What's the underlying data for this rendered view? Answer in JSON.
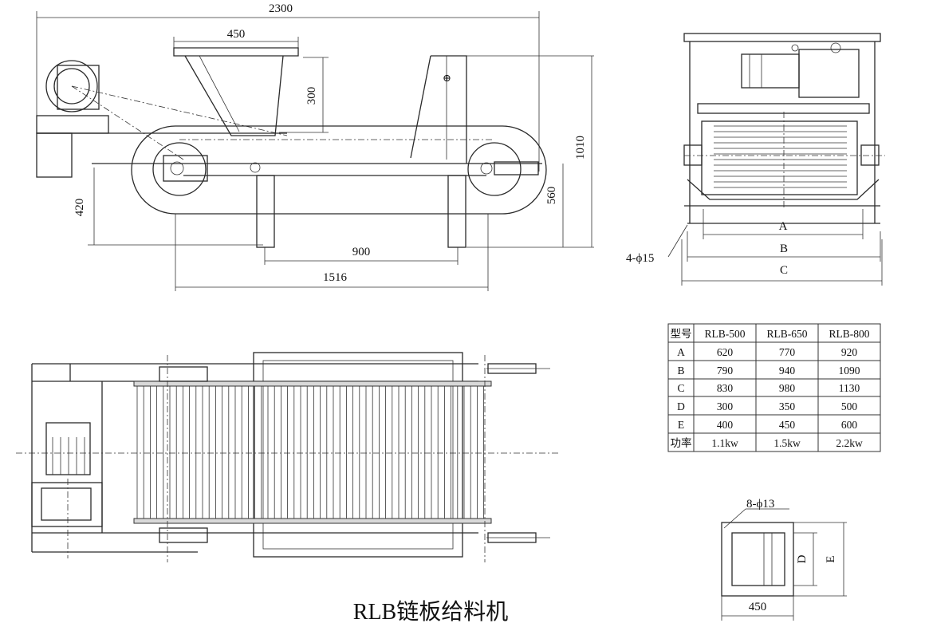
{
  "title": "RLB链板给料机",
  "side_view": {
    "dims": {
      "overall_length": "2300",
      "hopper_width": "450",
      "hopper_height": "300",
      "total_height": "1010",
      "frame_height": "560",
      "axle_height": "420",
      "leg_span": "900",
      "base_length": "1516"
    }
  },
  "end_view": {
    "labels": {
      "a": "A",
      "b": "B",
      "c": "C",
      "holes": "4-ϕ15"
    }
  },
  "flange_view": {
    "labels": {
      "holes": "8-ϕ13",
      "d": "D",
      "e": "E",
      "width": "450"
    }
  },
  "spec_table": {
    "header": [
      "型号",
      "RLB-500",
      "RLB-650",
      "RLB-800"
    ],
    "rows": [
      [
        "A",
        "620",
        "770",
        "920"
      ],
      [
        "B",
        "790",
        "940",
        "1090"
      ],
      [
        "C",
        "830",
        "980",
        "1130"
      ],
      [
        "D",
        "300",
        "350",
        "500"
      ],
      [
        "E",
        "400",
        "450",
        "600"
      ],
      [
        "功率",
        "1.1kw",
        "1.5kw",
        "2.2kw"
      ]
    ]
  }
}
